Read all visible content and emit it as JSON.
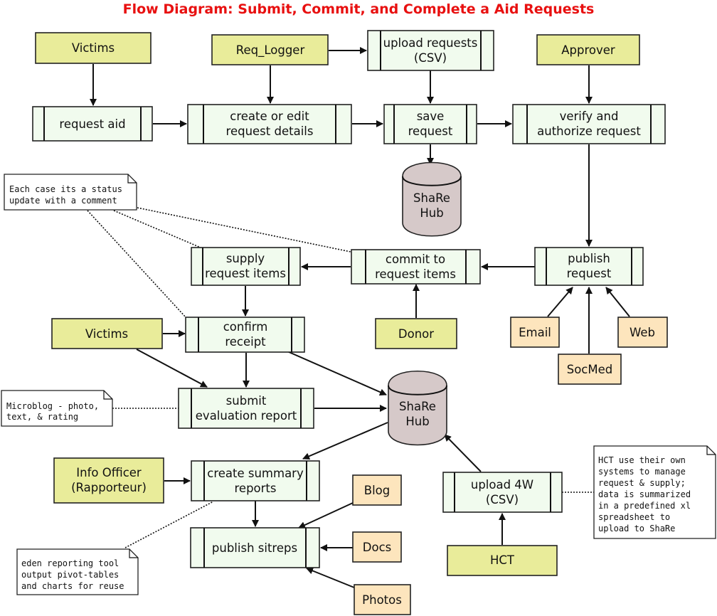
{
  "title": "Flow Diagram: Submit, Commit, and Complete a Aid Requests",
  "actors": {
    "victims_top": "Victims",
    "req_logger": "Req_Logger",
    "approver": "Approver",
    "victims_mid": "Victims",
    "donor": "Donor",
    "info_officer": [
      "Info Officer",
      "(Rapporteur)"
    ],
    "hct": "HCT"
  },
  "processes": {
    "request_aid": [
      "request aid"
    ],
    "create_edit": [
      "create or edit",
      "request details"
    ],
    "upload_requests": [
      "upload requests",
      "(CSV)"
    ],
    "save_request": [
      "save",
      "request"
    ],
    "verify_authorize": [
      "verify and",
      "authorize request"
    ],
    "supply_items": [
      "supply",
      "request items"
    ],
    "commit_items": [
      "commit to",
      "request items"
    ],
    "publish_request": [
      "publish",
      "request"
    ],
    "confirm_receipt": [
      "confirm",
      "receipt"
    ],
    "submit_evaluation": [
      "submit",
      "evaluation report"
    ],
    "create_summary": [
      "create summary",
      "reports"
    ],
    "publish_sitreps": [
      "publish sitreps"
    ],
    "upload_4w": [
      "upload 4W",
      "(CSV)"
    ]
  },
  "databases": {
    "share_hub_top": [
      "ShaRe",
      "Hub"
    ],
    "share_hub_mid": [
      "ShaRe",
      "Hub"
    ]
  },
  "channels": {
    "email": "Email",
    "socmed": "SocMed",
    "web": "Web",
    "blog": "Blog",
    "docs": "Docs",
    "photos": "Photos"
  },
  "notes": {
    "status_note": [
      "Each case its a status",
      "update with a comment"
    ],
    "microblog_note": [
      "Microblog - photo,",
      "text, & rating"
    ],
    "eden_note": [
      "eden reporting tool",
      "output pivot-tables",
      "and charts for reuse"
    ],
    "hct_note": [
      "HCT use their own",
      "systems to manage",
      "request & supply;",
      "data is summarized",
      "in a predefined xl",
      "spreadsheet to",
      "upload to ShaRe"
    ]
  },
  "colors": {
    "title": "#e81010",
    "actor_fill": "#e9ec9a",
    "process_fill": "#f1fbee",
    "channel_fill": "#fde5bd",
    "database_fill": "#d6c9c9"
  }
}
